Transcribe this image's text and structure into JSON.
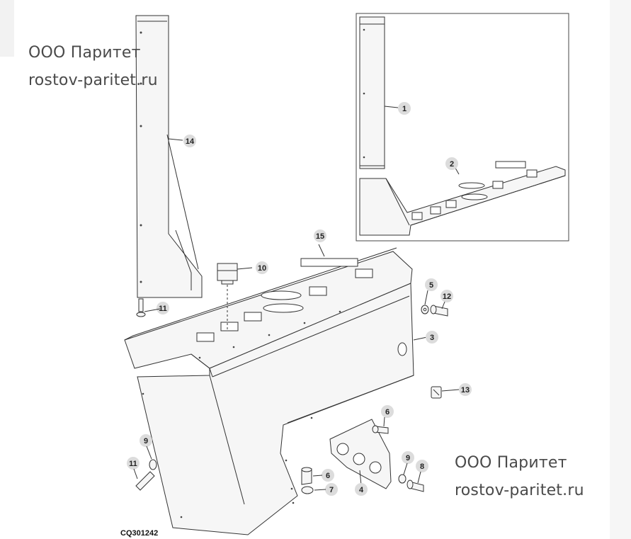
{
  "drawing_code": "CQ301242",
  "callouts": [
    "1",
    "2",
    "3",
    "4",
    "5",
    "6",
    "6",
    "7",
    "8",
    "9",
    "9",
    "10",
    "11",
    "11",
    "12",
    "13",
    "14",
    "15"
  ],
  "watermark": {
    "top": {
      "company": "ООО Паритет",
      "site": "rostov-paritet.ru"
    },
    "bottom": {
      "company": "ООО Паритет",
      "site": "rostov-paritet.ru"
    }
  }
}
